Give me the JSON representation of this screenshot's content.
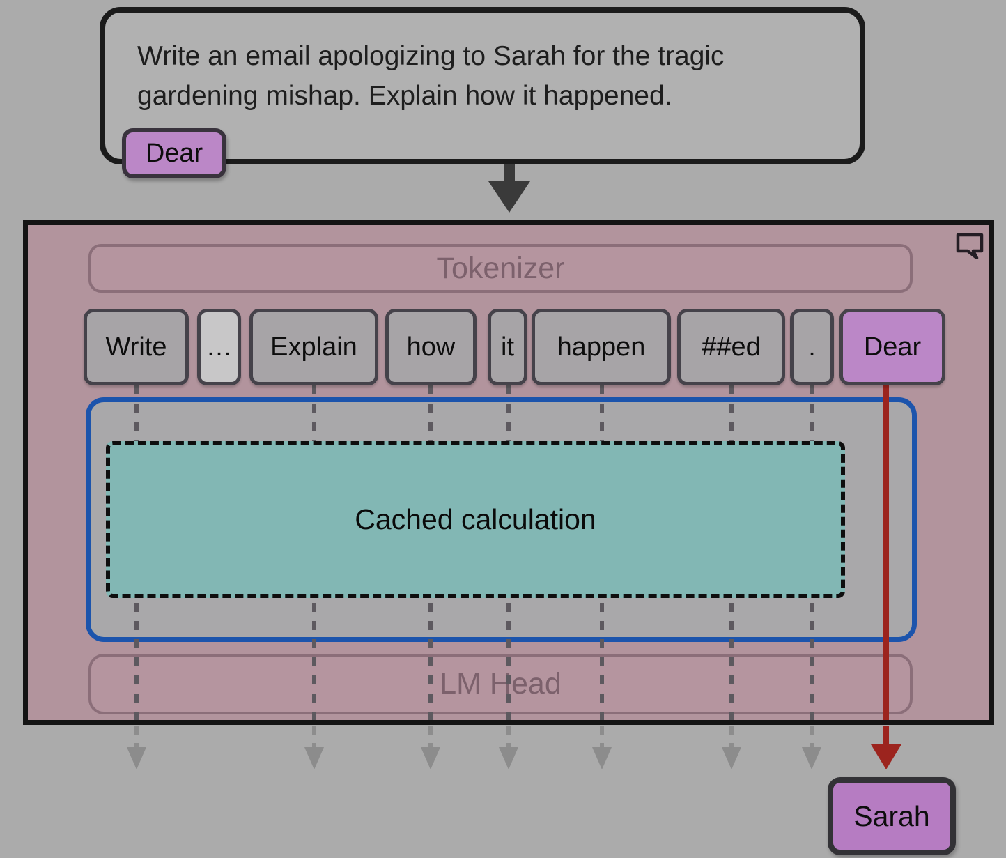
{
  "prompt": {
    "text_line1": "Write an email apologizing to Sarah for the tragic",
    "text_line2": "gardening mishap. Explain how it happened.",
    "generated_token": "Dear"
  },
  "model": {
    "tokenizer_label": "Tokenizer",
    "lm_head_label": "LM Head",
    "cache_label": "Cached calculation",
    "tokens": [
      {
        "text": "Write"
      },
      {
        "text": "…"
      },
      {
        "text": "Explain"
      },
      {
        "text": "how"
      },
      {
        "text": "it"
      },
      {
        "text": "happen"
      },
      {
        "text": "##ed"
      },
      {
        "text": "."
      },
      {
        "text": "Dear"
      }
    ]
  },
  "output": {
    "token": "Sarah"
  },
  "icons": {
    "comment_bubble": "speech-bubble"
  },
  "colors": {
    "background_gray": "#ababab",
    "panel_pink": "#b2949d",
    "token_purple": "#bb87c7",
    "cache_teal": "#82b7b4",
    "model_outline_blue": "#1c54ac",
    "generation_arrow_red": "#9c241e"
  }
}
